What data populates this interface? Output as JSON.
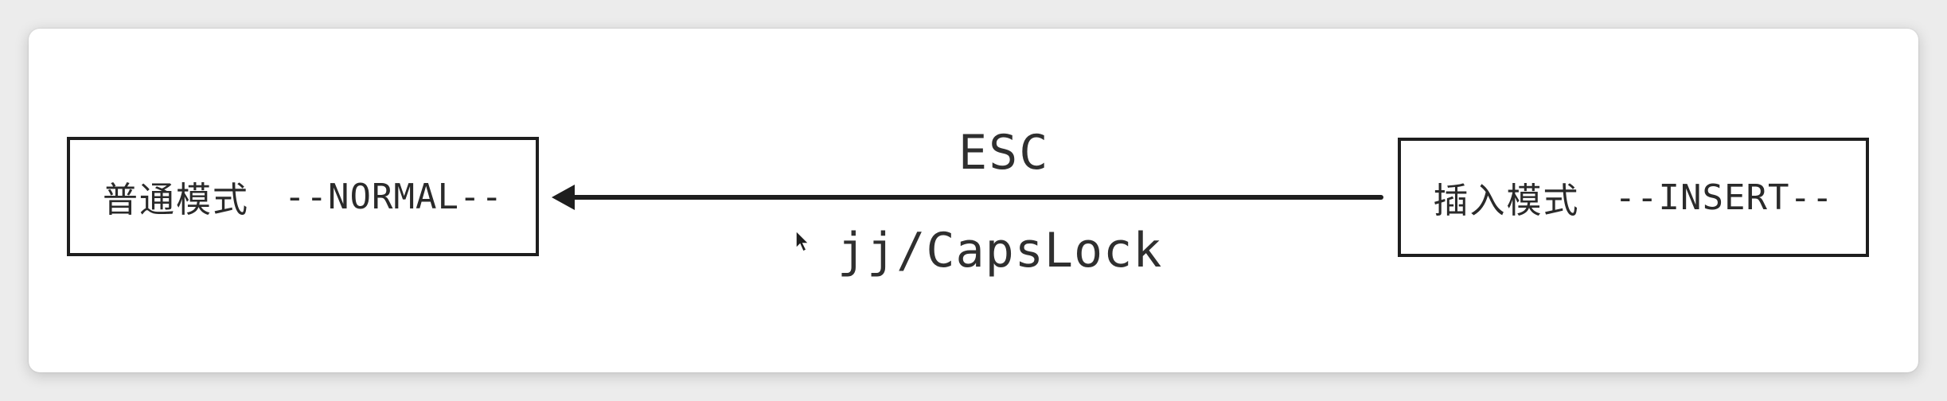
{
  "diagram": {
    "nodes": [
      {
        "id": "normal",
        "label_cjk": "普通模式",
        "label_mode": "--NORMAL--"
      },
      {
        "id": "insert",
        "label_cjk": "插入模式",
        "label_mode": "--INSERT--"
      }
    ],
    "edges": [
      {
        "from": "insert",
        "to": "normal",
        "label_top": "ESC",
        "label_bottom": "jj/CapsLock"
      }
    ],
    "colors": {
      "stroke": "#1e1e1e",
      "text": "#2f2f2f",
      "card": "#ffffff",
      "backdrop": "#ececec"
    }
  },
  "icons": {
    "cursor": "mouse-pointer-icon"
  }
}
